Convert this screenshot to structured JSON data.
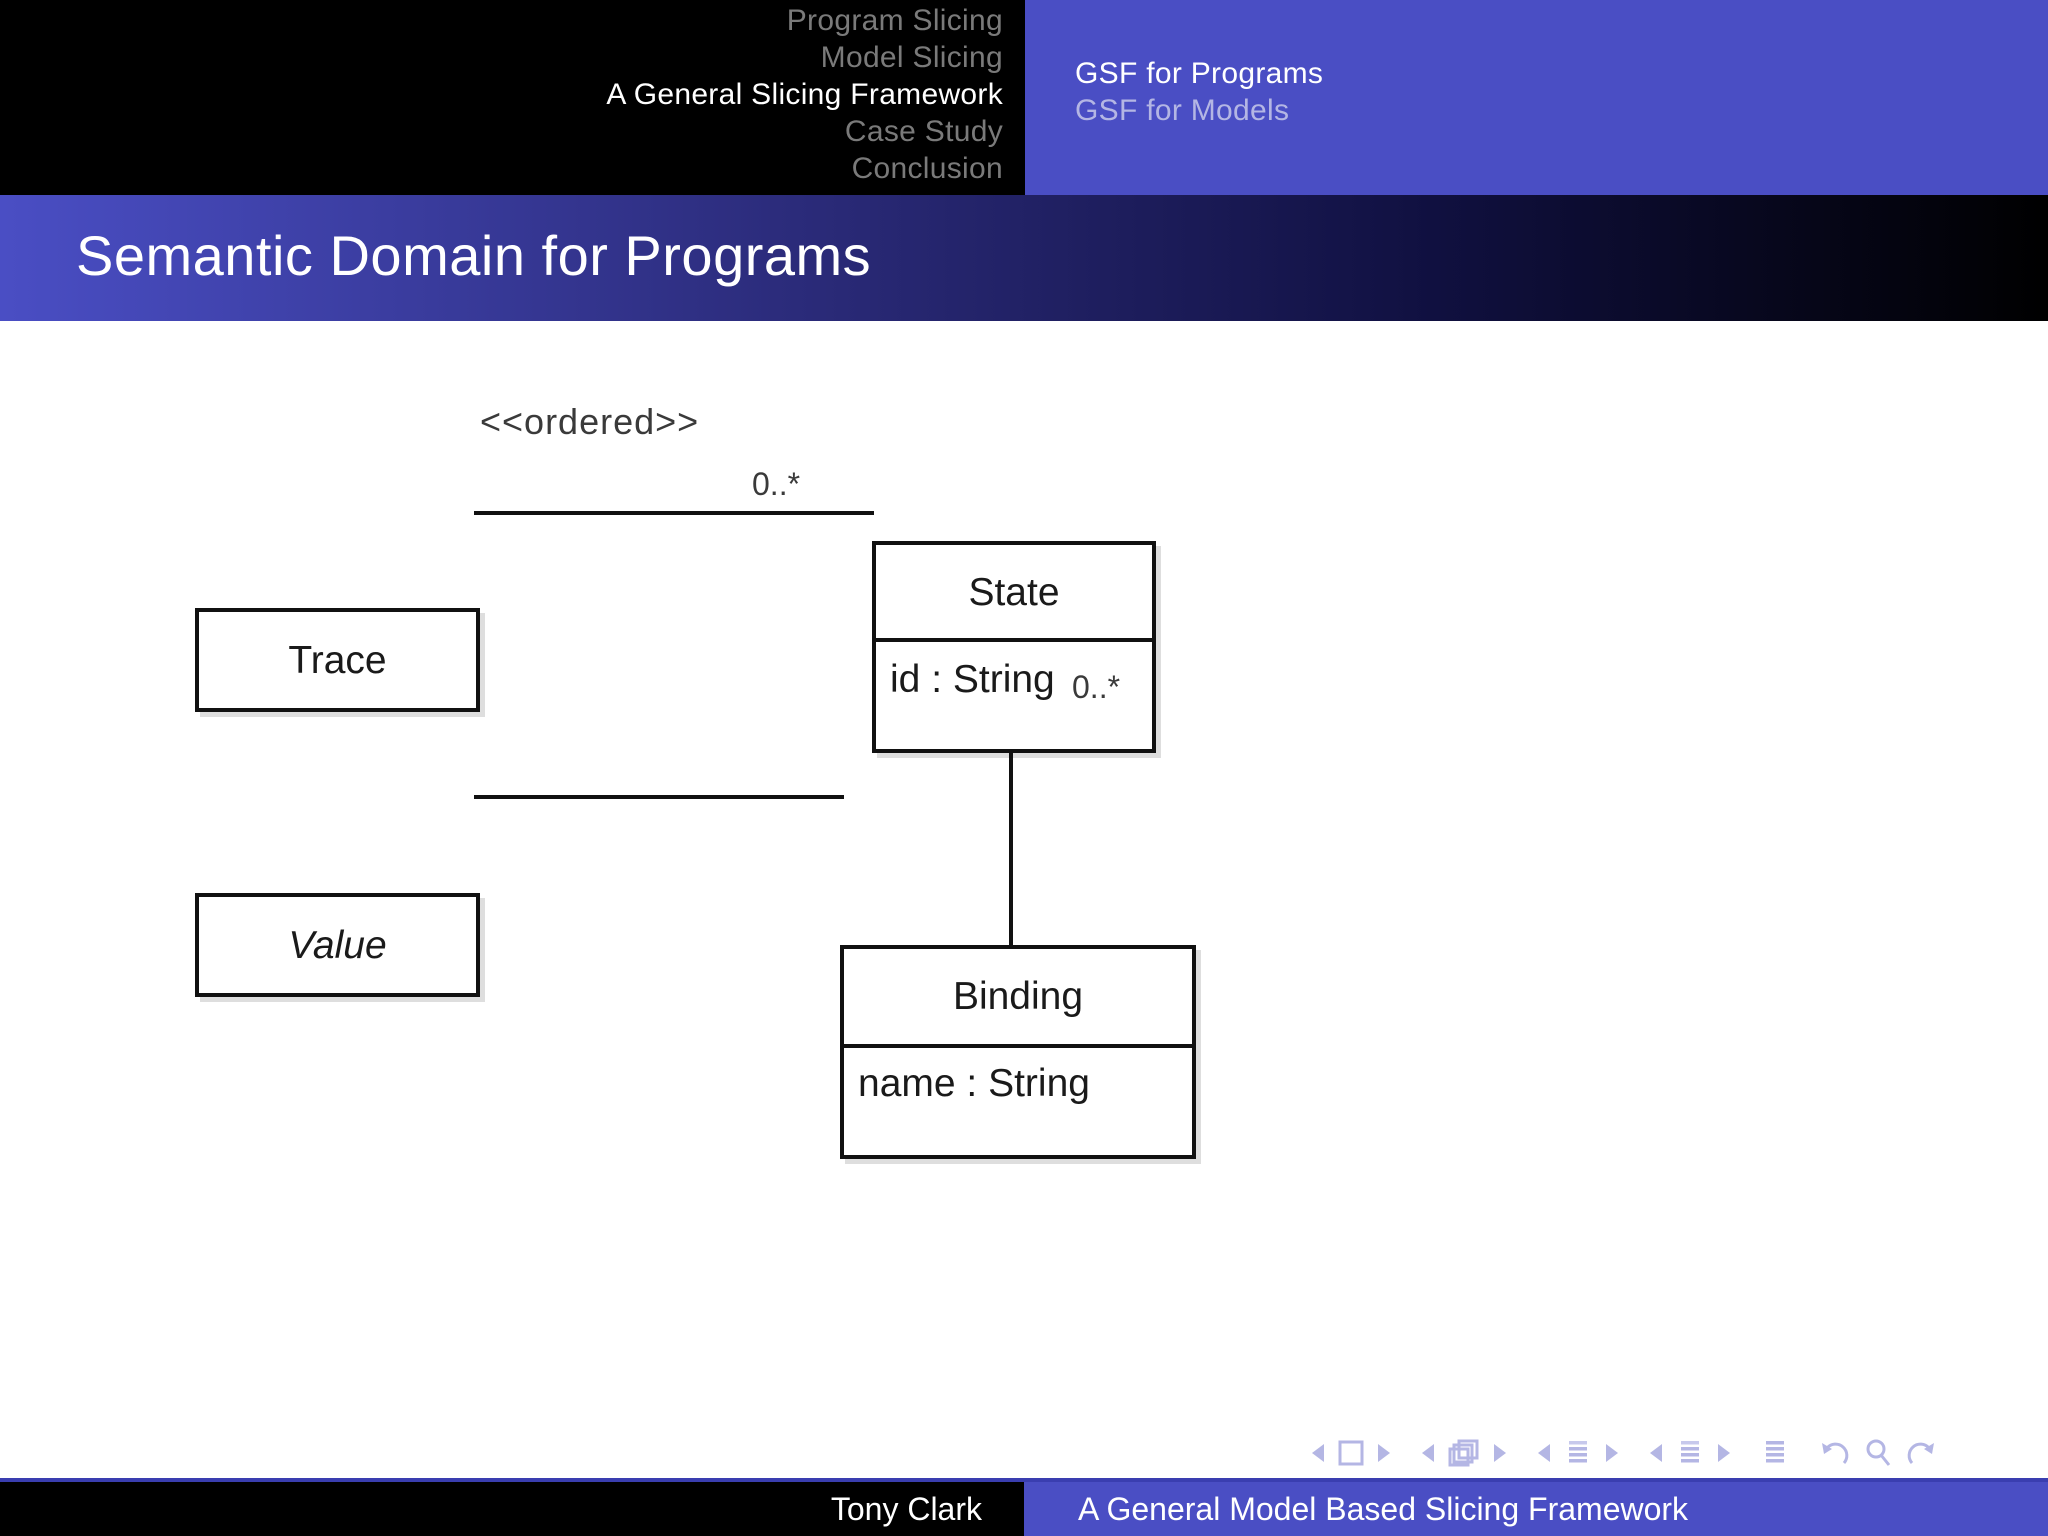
{
  "topnav": {
    "left_sections": [
      {
        "label": "Program Slicing",
        "active": false
      },
      {
        "label": "Model Slicing",
        "active": false
      },
      {
        "label": "A General Slicing Framework",
        "active": true
      },
      {
        "label": "Case Study",
        "active": false
      },
      {
        "label": "Conclusion",
        "active": false
      }
    ],
    "right_subsections": [
      {
        "label": "GSF for Programs",
        "active": true
      },
      {
        "label": "GSF for Models",
        "active": false
      }
    ],
    "colors": {
      "left_bg": "#000000",
      "right_bg": "#4a4ec4",
      "inactive_text": "#7a7a7a",
      "active_text": "#ffffff",
      "right_inactive_text": "#b4b6e4"
    }
  },
  "titlebar": {
    "title": "Semantic Domain for Programs",
    "gradient_from": "#4a4ec4",
    "gradient_to": "#000000"
  },
  "diagram": {
    "type": "uml-class-diagram",
    "classes": [
      {
        "name": "Trace",
        "abstract": false,
        "attributes": []
      },
      {
        "name": "State",
        "abstract": false,
        "attributes": [
          "id : String"
        ]
      },
      {
        "name": "Value",
        "abstract": true,
        "attributes": []
      },
      {
        "name": "Binding",
        "abstract": false,
        "attributes": [
          "name : String"
        ]
      }
    ],
    "associations": [
      {
        "from": "Trace",
        "to": "State",
        "stereotype": "<<ordered>>",
        "target_multiplicity": "0..*"
      },
      {
        "from": "State",
        "to": "Binding",
        "stereotype": "",
        "target_multiplicity": "0..*"
      },
      {
        "from": "Value",
        "to": "Binding",
        "stereotype": "",
        "target_multiplicity": ""
      }
    ],
    "labels": {
      "ordered_stereotype": "<<ordered>>",
      "mult_state": "0..*",
      "mult_binding": "0..*"
    }
  },
  "navsymbols": {
    "groups": [
      {
        "name": "slide-navigation",
        "icons": [
          "prev-arrow-icon",
          "slide-square-icon",
          "next-arrow-icon"
        ]
      },
      {
        "name": "frame-navigation",
        "icons": [
          "prev-arrow-icon",
          "frames-stack-icon",
          "next-arrow-icon"
        ]
      },
      {
        "name": "subsection-navigation",
        "icons": [
          "prev-arrow-icon",
          "subsection-lines-icon",
          "next-arrow-icon"
        ]
      },
      {
        "name": "section-navigation",
        "icons": [
          "prev-arrow-icon",
          "section-lines-icon",
          "next-arrow-icon"
        ]
      },
      {
        "name": "presentation-navigation",
        "icons": [
          "doc-lines-icon"
        ]
      },
      {
        "name": "history-navigation",
        "icons": [
          "back-icon",
          "search-icon",
          "forward-icon"
        ]
      }
    ],
    "color": "#b4b6e4"
  },
  "footer": {
    "author": "Tony Clark",
    "talk_title": "A General Model Based Slicing Framework",
    "left_bg": "#000000",
    "right_bg": "#4a4ec4"
  }
}
